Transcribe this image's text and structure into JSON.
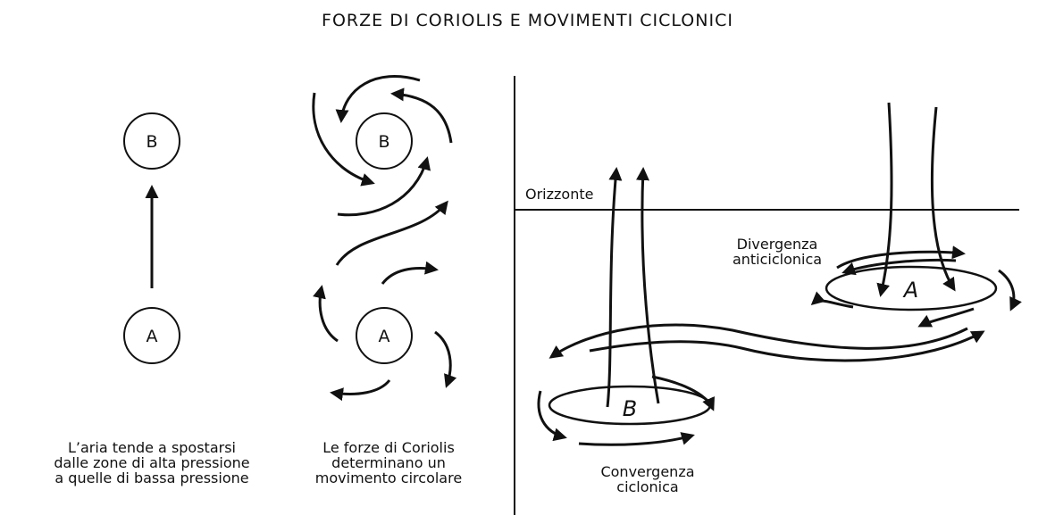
{
  "diagram": {
    "title": "FORZE DI CORIOLIS E MOVIMENTI CICLONICI",
    "panel1": {
      "high_label": "A",
      "low_label": "B",
      "caption": [
        "L’aria tende a spostarsi",
        "dalle zone di alta pressione",
        "a quelle di bassa pressione"
      ]
    },
    "panel2": {
      "high_label": "A",
      "low_label": "B",
      "caption": [
        "Le forze di Coriolis",
        "determinano un",
        "movimento circolare"
      ]
    },
    "panel3": {
      "horizon_label": "Orizzonte",
      "anticyclone_label": [
        "Divergenza",
        "anticiclonica"
      ],
      "anticyclone_symbol": "A",
      "cyclone_label": [
        "Convergenza",
        "ciclonica"
      ],
      "cyclone_symbol": "B"
    },
    "stroke_color": "#111111"
  }
}
